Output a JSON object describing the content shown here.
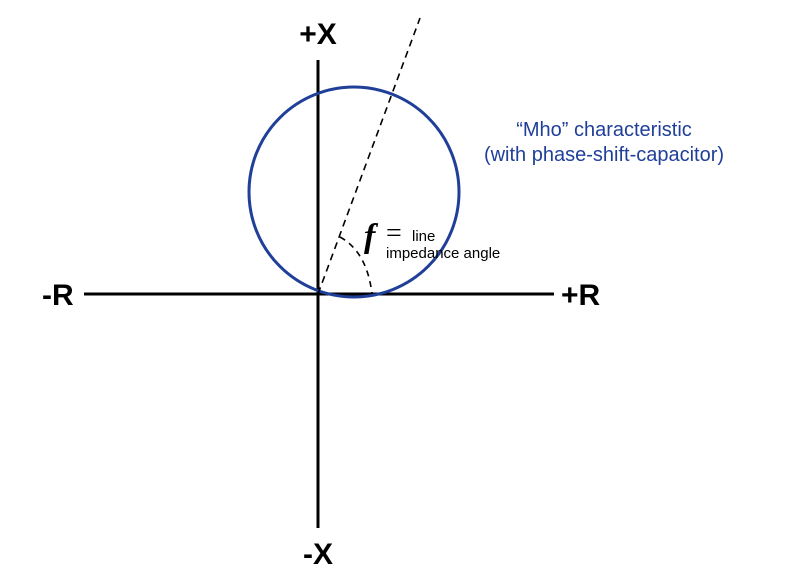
{
  "axes": {
    "positive_x_label": "+X",
    "negative_x_label": "-X",
    "positive_r_label": "+R",
    "negative_r_label": "-R"
  },
  "characteristic": {
    "title_line1": "“Mho” characteristic",
    "title_line2": "(with phase-shift-capacitor)",
    "color": "#1f3f99"
  },
  "angle_annotation": {
    "symbol": "f",
    "equals": "=",
    "word_line": "line",
    "description": "impedance angle"
  },
  "colors": {
    "axis": "#000000",
    "circle": "#1f3f99",
    "dashed_line": "#000000"
  }
}
